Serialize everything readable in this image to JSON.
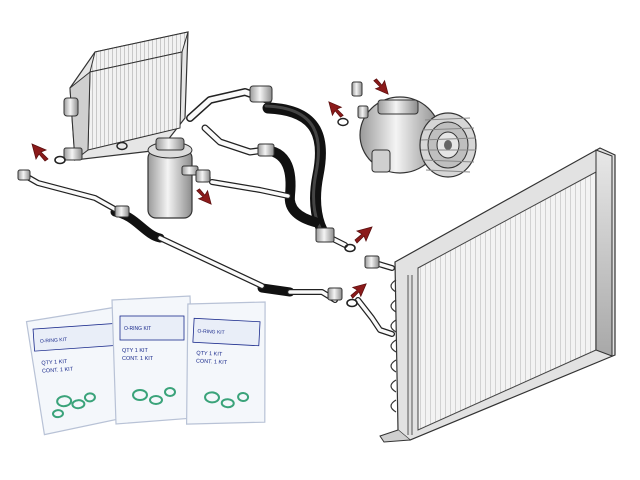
{
  "illustration": {
    "components": [
      "evaporator",
      "receiver-drier",
      "compressor",
      "condenser",
      "refrigerant-lines",
      "o-ring-kits"
    ],
    "marker_color": "#8b1a1a",
    "line_color": "#1a1a1a",
    "bag_ink_color": "#1a2a8c",
    "oring_color": "#3aa37a"
  },
  "kits": [
    {
      "line1": "QTY 1 KIT",
      "line2": "CONT. 1 KIT"
    },
    {
      "line1": "QTY 1 KIT",
      "line2": "CONT. 1 KIT"
    },
    {
      "line1": "QTY 1 KIT",
      "line2": "CONT. 1 KIT"
    }
  ]
}
